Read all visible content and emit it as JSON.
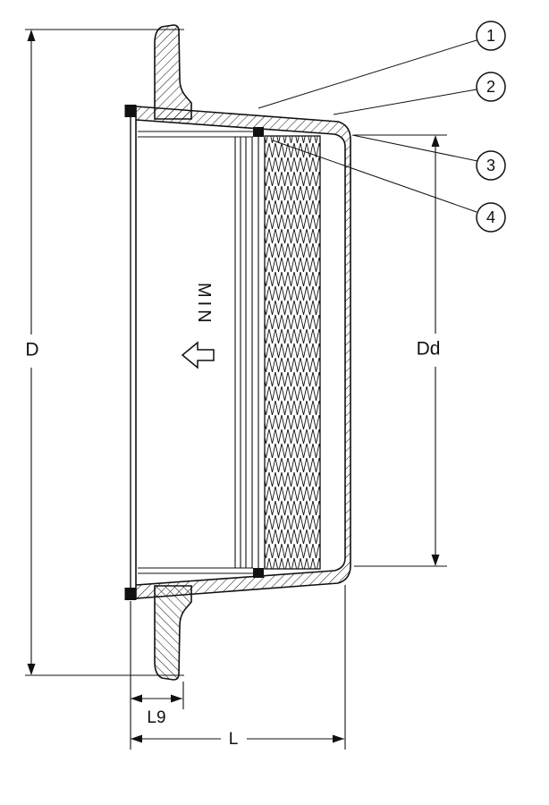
{
  "drawing": {
    "ink_color": "#111111",
    "background_color": "#ffffff",
    "dimensions": {
      "d": "D",
      "dd": "Dd",
      "l9": "L9",
      "l": "L"
    },
    "annotations": {
      "min_label": "MIN"
    },
    "callouts": [
      {
        "number": "1"
      },
      {
        "number": "2"
      },
      {
        "number": "3"
      },
      {
        "number": "4"
      }
    ]
  }
}
